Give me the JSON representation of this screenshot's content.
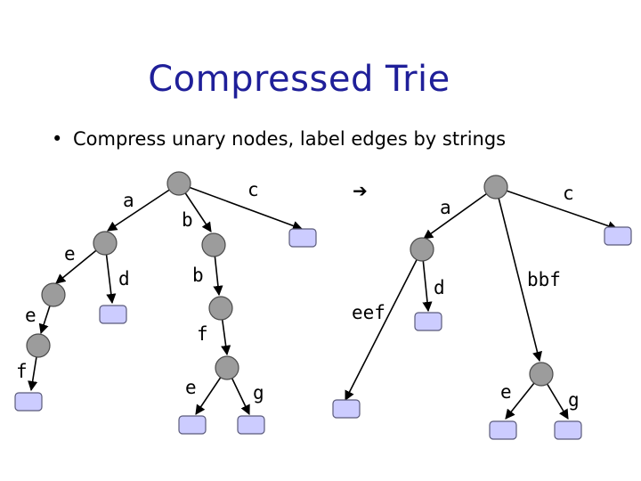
{
  "slide": {
    "title": "Compressed Trie",
    "bullet": "Compress unary nodes, label edges by strings",
    "arrow": "➔"
  },
  "tries": {
    "original": {
      "edge_labels": {
        "root_a": "a",
        "root_c": "c",
        "root_b": "b",
        "a_e": "e",
        "a_d": "d",
        "e_e": "e",
        "e_f": "f",
        "b_b": "b",
        "b_f": "f",
        "f_e": "e",
        "f_g": "g"
      }
    },
    "compressed": {
      "edge_labels": {
        "root_a": "a",
        "root_c": "c",
        "a_eef": "eef",
        "a_d": "d",
        "root_bbf": "bbf",
        "bbf_e": "e",
        "bbf_g": "g"
      }
    }
  }
}
